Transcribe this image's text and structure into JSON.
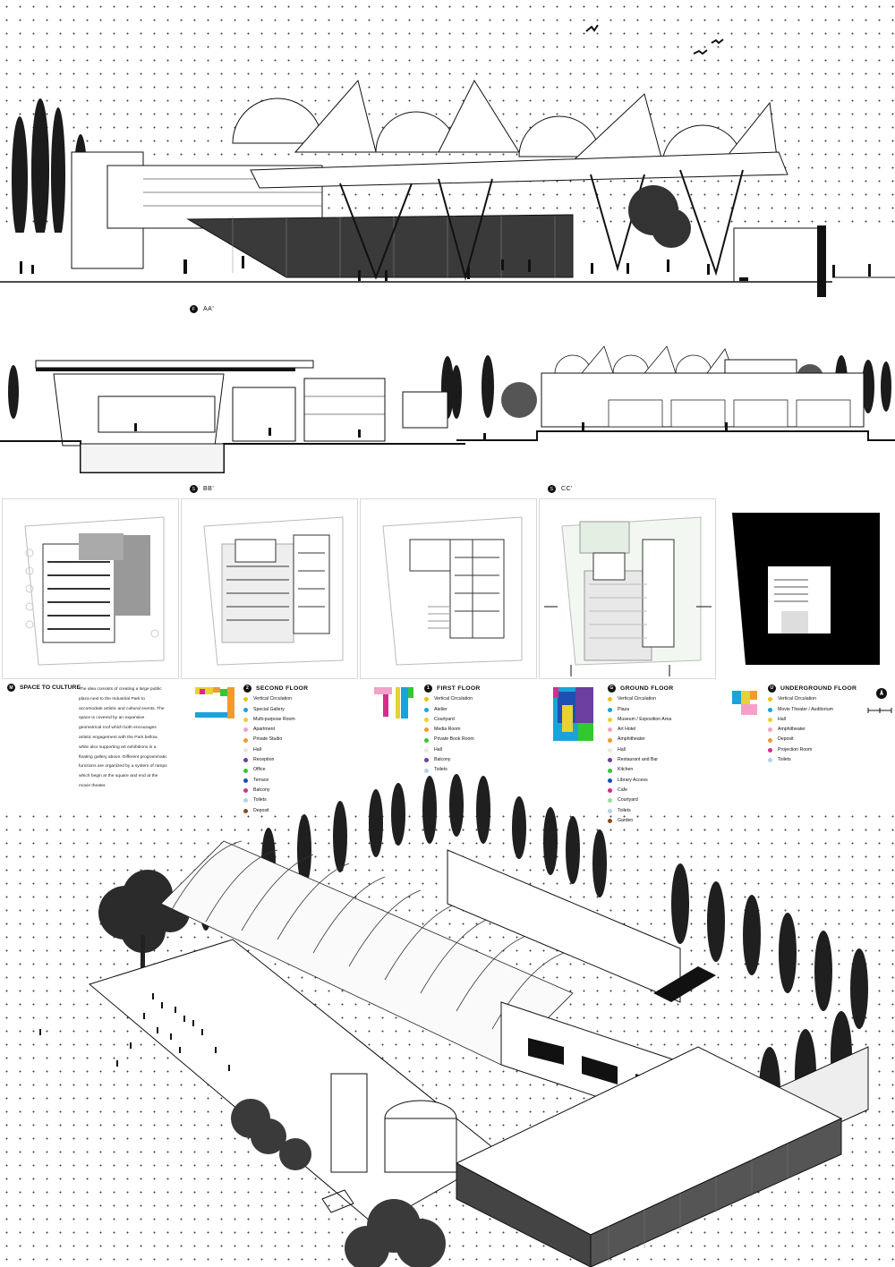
{
  "sections": {
    "aa": {
      "bullet": "F",
      "label": "AA'"
    },
    "bb": {
      "bullet": "S",
      "label": "BB'"
    },
    "cc": {
      "bullet": "S",
      "label": "CC'"
    }
  },
  "intro": {
    "bullet": "M",
    "title": "SPACE TO CULTURE",
    "text": "The idea consists of creating a large public plaza next to the Industrial Park to accomodate artistic and cultural events. The space is covered by an expansive geometrical roof which both encourages artistic engagement with the Park bellow, while also supporting art exhibitions in a floating gallery above. Different programmatic functions are organized by a system of ramps which begin at the square and end at the movie theater."
  },
  "legends": [
    {
      "bullet": "2",
      "title": "SECOND FLOOR",
      "items": [
        {
          "label": "Vertical Circulation",
          "color": "#e8c21a"
        },
        {
          "label": "Special Gallery",
          "color": "#1aa3d9"
        },
        {
          "label": "Multi-purpose Room",
          "color": "#e6d232"
        },
        {
          "label": "Apartment",
          "color": "#f3a1c8"
        },
        {
          "label": "Private Studio",
          "color": "#f29a2e"
        },
        {
          "label": "Hall",
          "color": "#e8e8e8"
        },
        {
          "label": "Reception",
          "color": "#6b3fa0"
        },
        {
          "label": "Office",
          "color": "#32c832"
        },
        {
          "label": "Terrace",
          "color": "#1f4fb3"
        },
        {
          "label": "Balcony",
          "color": "#d42e8c"
        },
        {
          "label": "Toilets",
          "color": "#b3d3e8"
        },
        {
          "label": "Deposit",
          "color": "#8a4a1e"
        }
      ]
    },
    {
      "bullet": "1",
      "title": "FIRST FLOOR",
      "items": [
        {
          "label": "Vertical Circulation",
          "color": "#e8c21a"
        },
        {
          "label": "Atelier",
          "color": "#1aa3d9"
        },
        {
          "label": "Courtyard",
          "color": "#e6d232"
        },
        {
          "label": "Media Room",
          "color": "#f29a2e"
        },
        {
          "label": "Private Book Room",
          "color": "#32c832"
        },
        {
          "label": "Hall",
          "color": "#e8e8e8"
        },
        {
          "label": "Balcony",
          "color": "#6b3fa0"
        },
        {
          "label": "Toilets",
          "color": "#b3d3e8"
        }
      ]
    },
    {
      "bullet": "G",
      "title": "GROUND FLOOR",
      "items": [
        {
          "label": "Vertical Circulation",
          "color": "#e8c21a"
        },
        {
          "label": "Plaza",
          "color": "#1aa3d9"
        },
        {
          "label": "Museum / Exposition Area",
          "color": "#e6d232"
        },
        {
          "label": "Art Hotel",
          "color": "#f3a1c8"
        },
        {
          "label": "Amphitheater",
          "color": "#f29a2e"
        },
        {
          "label": "Hall",
          "color": "#e8e8e8"
        },
        {
          "label": "Restaurant and Bar",
          "color": "#6b3fa0"
        },
        {
          "label": "Kitchen",
          "color": "#32c832"
        },
        {
          "label": "Library Access",
          "color": "#1f4fb3"
        },
        {
          "label": "Cafe",
          "color": "#d42e8c"
        },
        {
          "label": "Courtyard",
          "color": "#a0d8a0"
        },
        {
          "label": "Toilets",
          "color": "#b3d3e8"
        },
        {
          "label": "Garden",
          "color": "#8a4a1e"
        }
      ]
    },
    {
      "bullet": "U",
      "title": "UNDERGROUND FLOOR",
      "items": [
        {
          "label": "Vertical Circulation",
          "color": "#e8c21a"
        },
        {
          "label": "Movie Theater / Auditorium",
          "color": "#1aa3d9"
        },
        {
          "label": "Hall",
          "color": "#e6d232"
        },
        {
          "label": "Amphitheater",
          "color": "#f3a1c8"
        },
        {
          "label": "Deposit",
          "color": "#f29a2e"
        },
        {
          "label": "Projection Room",
          "color": "#d42e8c"
        },
        {
          "label": "Toilets",
          "color": "#b3d3e8"
        }
      ]
    }
  ],
  "colors": {
    "ink": "#111111",
    "dots": "#444444",
    "glass": "#3a3a3a"
  }
}
